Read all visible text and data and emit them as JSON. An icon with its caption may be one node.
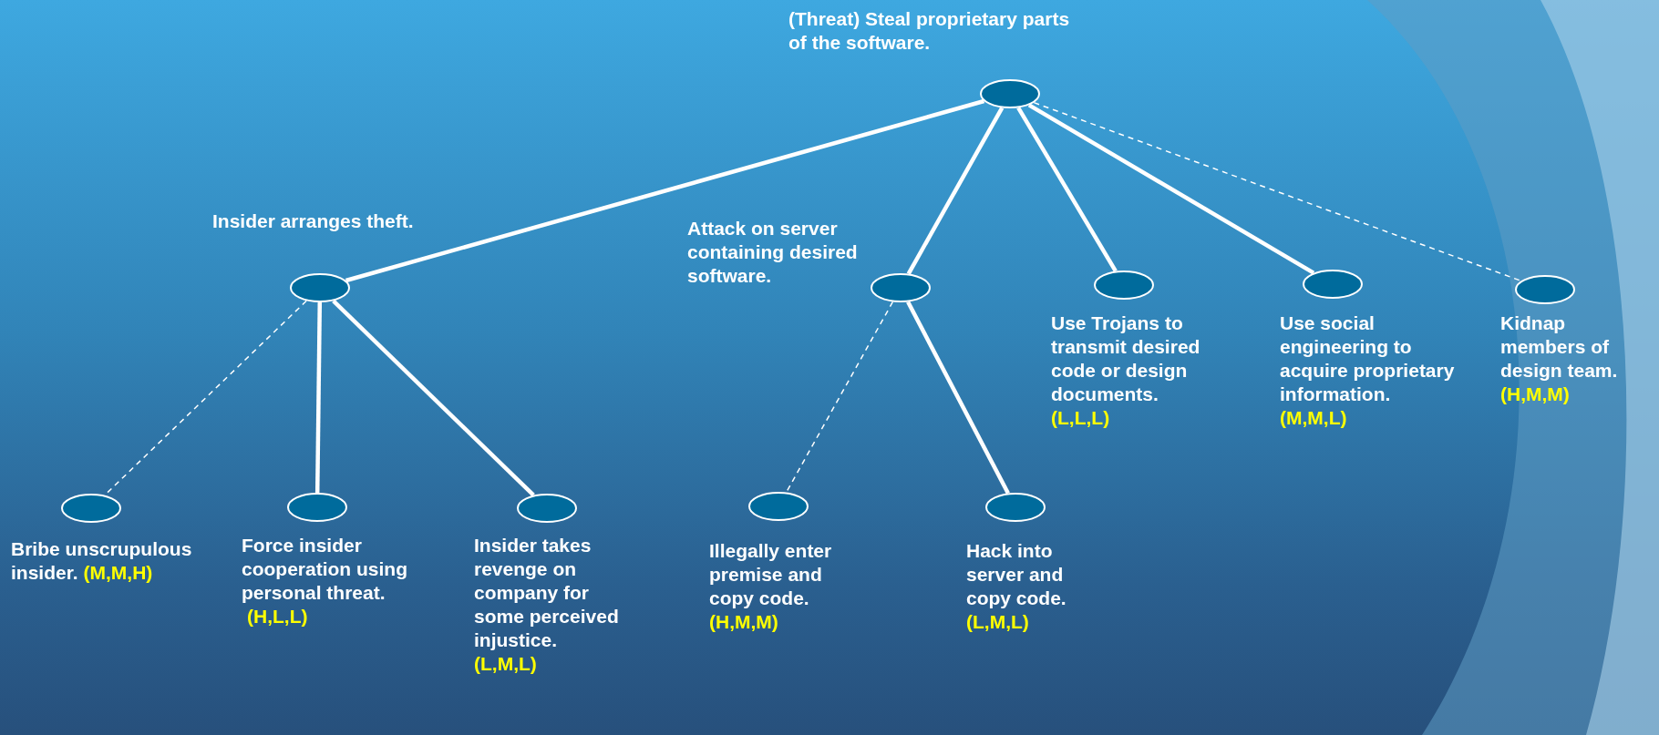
{
  "diagram": {
    "nodes": [
      {
        "text": [
          "(Threat) Steal proprietary parts of the software."
        ]
      },
      {
        "text": [
          "Insider arranges theft."
        ]
      },
      {
        "text": [
          "Attack on server containing desired software."
        ]
      },
      {
        "text": [
          "Use Trojans to transmit desired code or design documents.",
          "(L,L,L)"
        ]
      },
      {
        "text": [
          "Use social engineering to acquire proprietary information.",
          "(M,M,L)"
        ]
      },
      {
        "text": [
          "Kidnap members of design team.",
          "(H,M,M)"
        ]
      },
      {
        "text": [
          "Bribe unscrupulous insider.",
          "(M,M,H)"
        ]
      },
      {
        "text": [
          "Force insider cooperation using personal threat.",
          "(H,L,L)"
        ]
      },
      {
        "text": [
          "Insider takes revenge on company for some perceived injustice.",
          "(L,M,L)"
        ]
      },
      {
        "text": [
          "Illegally enter premise and copy code.",
          "(H,M,M)"
        ]
      },
      {
        "text": [
          "Hack into server and copy code.",
          "(L,M,L)"
        ]
      }
    ],
    "edges": [
      {
        "from": 0,
        "to": 1,
        "arrow": "none"
      },
      {
        "from": 0,
        "to": 2,
        "arrow": "none"
      },
      {
        "from": 0,
        "to": 3,
        "arrow": "none"
      },
      {
        "from": 0,
        "to": 4,
        "arrow": "none"
      },
      {
        "from": 0,
        "to": 5,
        "arrow": "none",
        "style": "dashed"
      },
      {
        "from": 1,
        "to": 6,
        "arrow": "none",
        "style": "dashed"
      },
      {
        "from": 1,
        "to": 7,
        "arrow": "none"
      },
      {
        "from": 1,
        "to": 8,
        "arrow": "none"
      },
      {
        "from": 2,
        "to": 9,
        "arrow": "none",
        "style": "dashed"
      },
      {
        "from": 2,
        "to": 10,
        "arrow": "none"
      }
    ]
  }
}
